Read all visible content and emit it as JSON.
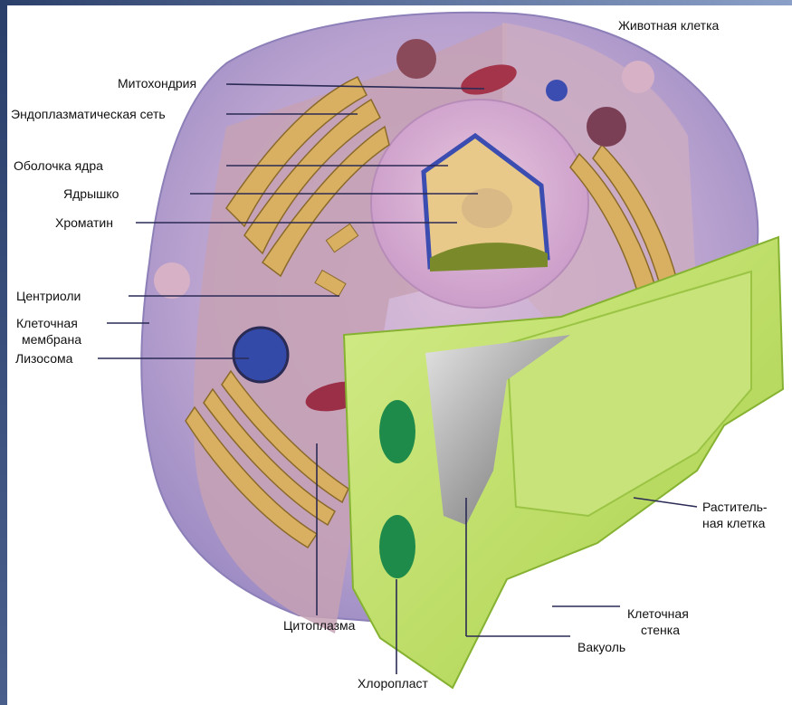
{
  "title": "Животная клетка",
  "labels": {
    "mitochondria": "Митохондрия",
    "er": "Эндоплазматическая сеть",
    "nuclear_envelope": "Оболочка ядра",
    "nucleolus": "Ядрышко",
    "chromatin": "Хроматин",
    "centrioles": "Центриоли",
    "cell_membrane_1": "Клеточная",
    "cell_membrane_2": "мембрана",
    "lysosome": "Лизосома",
    "plant_cell_1": "Раститель-",
    "plant_cell_2": "ная клетка",
    "cell_wall_1": "Клеточная",
    "cell_wall_2": "стенка",
    "cytoplasm": "Цитоплазма",
    "vacuole": "Вакуоль",
    "chloroplast": "Хлоропласт"
  }
}
